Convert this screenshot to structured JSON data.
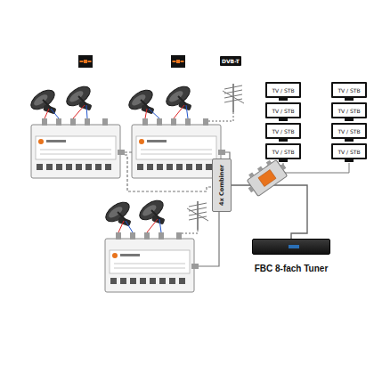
{
  "diagram": {
    "nodes": [
      {
        "text": [
          "4x Combiner"
        ]
      },
      {
        "text": [
          "TV / STB"
        ]
      },
      {
        "text": [
          "TV / STB"
        ]
      },
      {
        "text": [
          "TV / STB"
        ]
      },
      {
        "text": [
          "TV / STB"
        ]
      },
      {
        "text": [
          "TV / STB"
        ]
      },
      {
        "text": [
          "TV / STB"
        ]
      },
      {
        "text": [
          "TV / STB"
        ]
      },
      {
        "text": [
          "TV / STB"
        ]
      },
      {
        "text": [
          "FBC 8-fach Tuner"
        ]
      }
    ],
    "edges": [
      {
        "from": 0,
        "to": 9,
        "arrow": "none"
      }
    ],
    "labels": [
      "DVB-T"
    ]
  }
}
